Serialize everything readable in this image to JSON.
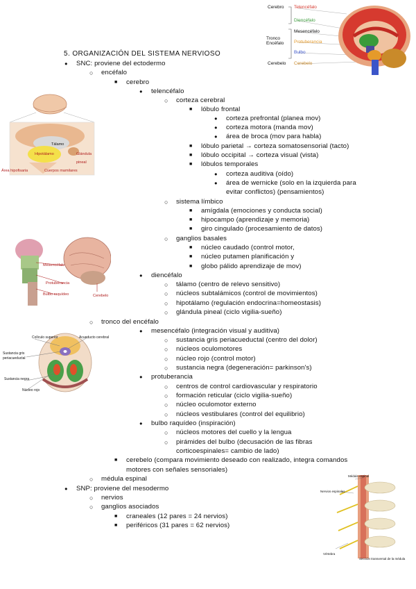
{
  "section_title": "5.   ORGANIZACIÓN DEL SISTEMA NERVIOSO",
  "bullets": {
    "l1": "●",
    "l2": "○",
    "l3": "■"
  },
  "lines": [
    "SNC: proviene del ectodermo",
    "encéfalo",
    "cerebro",
    "telencéfalo",
    "corteza cerebral",
    "lóbulo frontal",
    "corteza prefrontal (planea mov)",
    "corteza motora (manda mov)",
    "área de broca (mov para habla)",
    "lóbulo parietal → corteza somatosensorial (tacto)",
    "lóbulo occipital → corteza visual (vista)",
    "lóbulos temporales",
    "corteza auditiva (oído)",
    "área de wernicke (solo en la izquierda para",
    "evitar conflictos) (pensamientos)",
    "sistema límbico",
    "amígdala (emociones y conducta social)",
    "hipocampo (aprendizaje y memoria)",
    "giro cingulado (procesamiento de datos)",
    "ganglios basales",
    "núcleo caudado   (control motor,",
    "núcleo putamen    planificación y",
    "globo pálido          aprendizaje de mov)",
    "diencéfalo",
    "tálamo (centro de relevo sensitivo)",
    "núcleos subtalámicos (control de movimientos)",
    "hipotálamo (regulación endocrina=homeostasis)",
    "glándula pineal (ciclo vigilia-sueño)",
    "tronco del encéfalo",
    "mesencéfalo (integración visual y auditiva)",
    "sustancia gris periacueductal (centro del dolor)",
    "núcleos oculomotores",
    "núcleo rojo (control motor)",
    "sustancia negra (degeneración= parkinson's)",
    "protuberancia",
    "centros de control cardiovascular y respiratorio",
    "formación reticular (ciclo vigilia-sueño)",
    "núcleo oculomotor externo",
    "núcleos vestibulares (control del equilibrio)",
    "bulbo raquídeo (inspiración)",
    "núcleos motores del cuello y la lengua",
    "pirámides del bulbo (decusación de las fibras",
    "corticoespinales= cambio de lado)",
    "cerebelo (compara movimiento deseado con realizado, integra comandos",
    "motores con señales sensoriales)",
    "médula espinal",
    "SNP: proviene del mesodermo",
    "nervios",
    "ganglios asociados",
    "craneales (12 pares = 24 nervios)",
    "periféricos (31 pares = 62 nervios)"
  ],
  "figures": {
    "brain_sagittal": {
      "labels": [
        "Cerebro",
        "Telencéfalo",
        "Diencéfalo",
        "Tronco",
        "Encéfalo",
        "Mesencéfalo",
        "Protuberancia",
        "Bulbo",
        "Cerebelo",
        "Cerebelo"
      ],
      "colors": {
        "telencefalo": "#d63a2f",
        "diencefalo": "#3a9b3a",
        "mesencefalo": "#4a4a9a",
        "protuberancia": "#e59a2a",
        "bulbo": "#3b55c9",
        "cerebelo": "#c98a2a"
      }
    },
    "diencephalon_section": {
      "labels": [
        "Tálamo",
        "Hipotálamo",
        "Glándula pineal",
        "Cuerpos mamilares",
        "Área hipofisaria"
      ]
    },
    "brainstem": {
      "labels": [
        "Mesencéfalo",
        "Protuberancia",
        "Bulbo raquídeo",
        "Cerebelo"
      ]
    },
    "midbrain_section": {
      "labels": [
        "Colículo superior",
        "Acueducto cerebral",
        "Sustancia gris periacueductal",
        "Sustancia negra",
        "Núcleo rojo"
      ]
    },
    "spinal_cord": {
      "labels": [
        "Médula espinal",
        "Nervios espinales",
        "Vértebra",
        "Sección transversal de la médula"
      ]
    }
  }
}
